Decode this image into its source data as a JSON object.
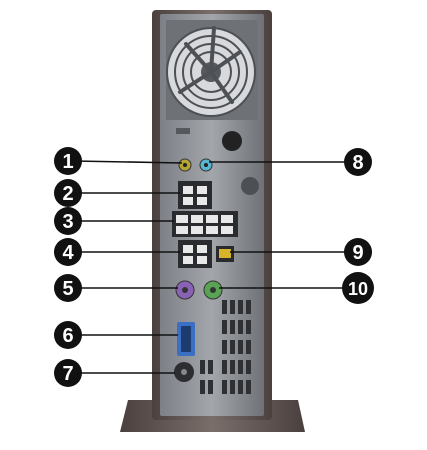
{
  "callouts": [
    {
      "id": "1",
      "label": "1"
    },
    {
      "id": "2",
      "label": "2"
    },
    {
      "id": "3",
      "label": "3"
    },
    {
      "id": "4",
      "label": "4"
    },
    {
      "id": "5",
      "label": "5"
    },
    {
      "id": "6",
      "label": "6"
    },
    {
      "id": "7",
      "label": "7"
    },
    {
      "id": "8",
      "label": "8"
    },
    {
      "id": "9",
      "label": "9"
    },
    {
      "id": "10",
      "label": "10"
    }
  ],
  "colors": {
    "chassis": "#8e9196",
    "chassis_dark": "#5b5e63",
    "case_frame": "#6a5f5c",
    "callout_fill": "#111111",
    "callout_text": "#ffffff",
    "audio_in": "#b5a532",
    "audio_out": "#57b6d2",
    "ps2_keyboard": "#8a62b5",
    "ps2_mouse": "#58a454",
    "vga": "#3a6fc3",
    "rj45": "#d8b42a"
  }
}
